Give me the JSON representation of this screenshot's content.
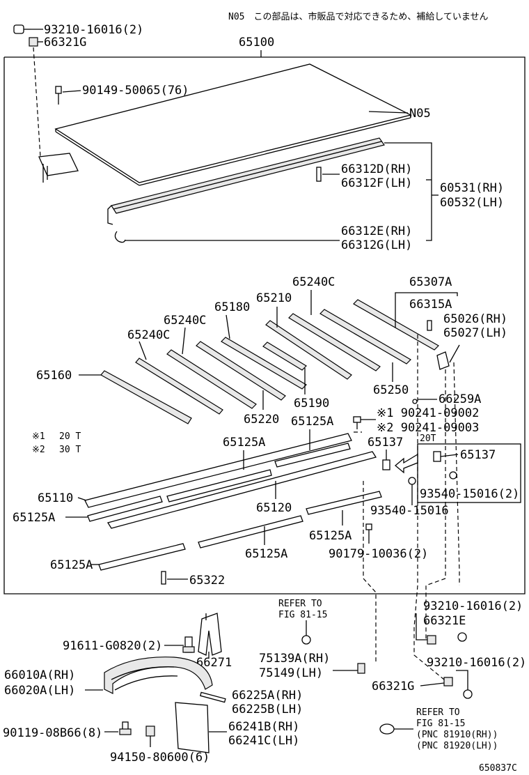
{
  "note": "N05　この部品は、市販品で対応できるため、補給していません",
  "diagram_code": "650837C",
  "legend": [
    {
      "mark": "※1",
      "value": "20 T"
    },
    {
      "mark": "※2",
      "value": "30 T"
    }
  ],
  "labels": {
    "p93210_top": "93210-16016(2)",
    "p66321G_top": "66321G",
    "p65100": "65100",
    "p90149": "90149-50065(76)",
    "pN05": "N05",
    "p66312D": "66312D(RH)",
    "p66312F": "66312F(LH)",
    "p60531": "60531(RH)",
    "p60532": "60532(LH)",
    "p66312E": "66312E(RH)",
    "p66312G": "66312G(LH)",
    "p65240C_a": "65240C",
    "p65307A": "65307A",
    "p65180": "65180",
    "p65210": "65210",
    "p66315A": "66315A",
    "p65240C_b": "65240C",
    "p65026": "65026(RH)",
    "p65027": "65027(LH)",
    "p65240C_c": "65240C",
    "p65160": "65160",
    "p65250": "65250",
    "p66259A": "66259A",
    "p65220": "65220",
    "p65190": "65190",
    "p90241_a": "※1 90241-09002",
    "p90241_b": "※2 90241-09003",
    "p65125A_a": "65125A",
    "p65125A_b": "65125A",
    "p65137_a": "65137",
    "p20T": "20T",
    "p65137_b": "65137",
    "p65110": "65110",
    "p93540_box": "93540-15016(2)",
    "p65125A_c": "65125A",
    "p65120": "65120",
    "p93540": "93540-15016",
    "p65125A_d": "65125A",
    "p65125A_e": "65125A",
    "p90179": "90179-10036(2)",
    "p65125A_f": "65125A",
    "p65322": "65322",
    "refer1_a": "REFER TO",
    "refer1_b": "FIG 81-15",
    "p93210_mid": "93210-16016(2)",
    "p66321E": "66321E",
    "p91611": "91611-G0820(2)",
    "p66271": "66271",
    "p75139A": "75139A(RH)",
    "p75149": "75149(LH)",
    "p93210_low": "93210-16016(2)",
    "p66010A": "66010A(RH)",
    "p66020A": "66020A(LH)",
    "p66321G_low": "66321G",
    "p66225A": "66225A(RH)",
    "p66225B": "66225B(LH)",
    "p90119": "90119-08B66(8)",
    "p66241B": "66241B(RH)",
    "p66241C": "66241C(LH)",
    "refer2_a": "REFER TO",
    "refer2_b": "FIG 81-15",
    "refer2_c": "(PNC 81910(RH))",
    "refer2_d": "(PNC 81920(LH))",
    "p94150": "94150-80600(6)"
  }
}
